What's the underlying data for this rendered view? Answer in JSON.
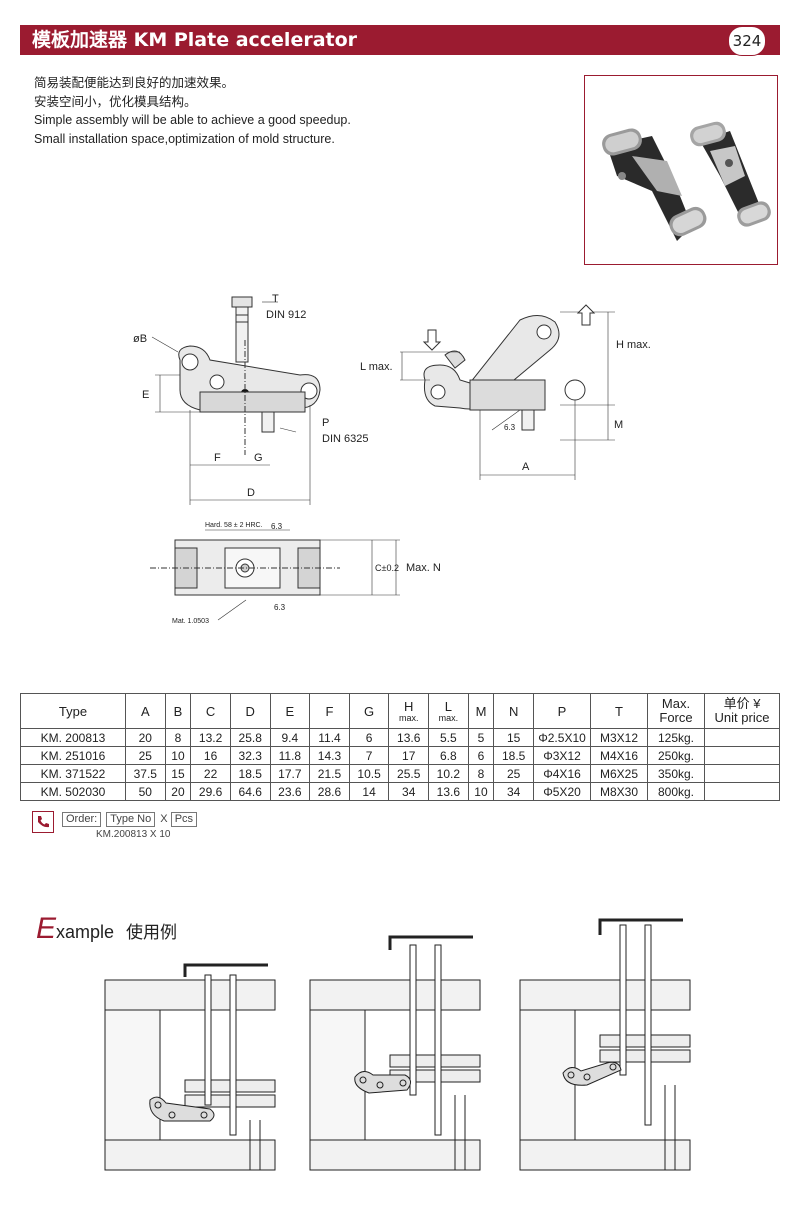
{
  "header": {
    "title": "模板加速器 KM  Plate accelerator",
    "page_number": "324"
  },
  "description": {
    "lines": [
      "简易装配便能达到良好的加速效果。",
      "安装空间小，优化模具结构。",
      "Simple assembly will be able to achieve a good speedup.",
      "Small installation space,optimization of mold structure."
    ]
  },
  "drawing_labels": {
    "t": "T",
    "din912": "DIN 912",
    "ob": "øB",
    "e": "E",
    "f": "F",
    "g": "G",
    "d": "D",
    "p": "P",
    "din6325": "DIN 6325",
    "lmax": "L max.",
    "hmax": "H max.",
    "m": "M",
    "a": "A",
    "r63a": "6.3",
    "hard": "Hard. 58 ± 2 HRC.",
    "r63b": "6.3",
    "r63c": "6.3",
    "mat": "Mat. 1.0503",
    "c_tol": "C±0.2",
    "maxn": "Max. N"
  },
  "table": {
    "headers": {
      "type": "Type",
      "a": "A",
      "b": "B",
      "c": "C",
      "d": "D",
      "e": "E",
      "f": "F",
      "g": "G",
      "h": "H",
      "h_sub": "max.",
      "l": "L",
      "l_sub": "max.",
      "m": "M",
      "n": "N",
      "p": "P",
      "t": "T",
      "force1": "Max.",
      "force2": "Force",
      "price1": "单价 ¥",
      "price2": "Unit price"
    },
    "rows": [
      [
        "KM. 200813",
        "20",
        "8",
        "13.2",
        "25.8",
        "9.4",
        "11.4",
        "6",
        "13.6",
        "5.5",
        "5",
        "15",
        "Φ2.5X10",
        "M3X12",
        "125kg.",
        ""
      ],
      [
        "KM. 251016",
        "25",
        "10",
        "16",
        "32.3",
        "11.8",
        "14.3",
        "7",
        "17",
        "6.8",
        "6",
        "18.5",
        "Φ3X12",
        "M4X16",
        "250kg.",
        ""
      ],
      [
        "KM. 371522",
        "37.5",
        "15",
        "22",
        "18.5",
        "17.7",
        "21.5",
        "10.5",
        "25.5",
        "10.2",
        "8",
        "25",
        "Φ4X16",
        "M6X25",
        "350kg.",
        ""
      ],
      [
        "KM. 502030",
        "50",
        "20",
        "29.6",
        "64.6",
        "23.6",
        "28.6",
        "14",
        "34",
        "13.6",
        "10",
        "34",
        "Φ5X20",
        "M8X30",
        "800kg.",
        ""
      ]
    ]
  },
  "order": {
    "label": "Order:",
    "type_no": "Type No",
    "x": "X",
    "pcs": "Pcs",
    "example": "KM.200813  X  10"
  },
  "example": {
    "big_letter": "E",
    "rest": "xample",
    "cn": "使用例"
  },
  "colors": {
    "accent": "#9b1b30"
  }
}
